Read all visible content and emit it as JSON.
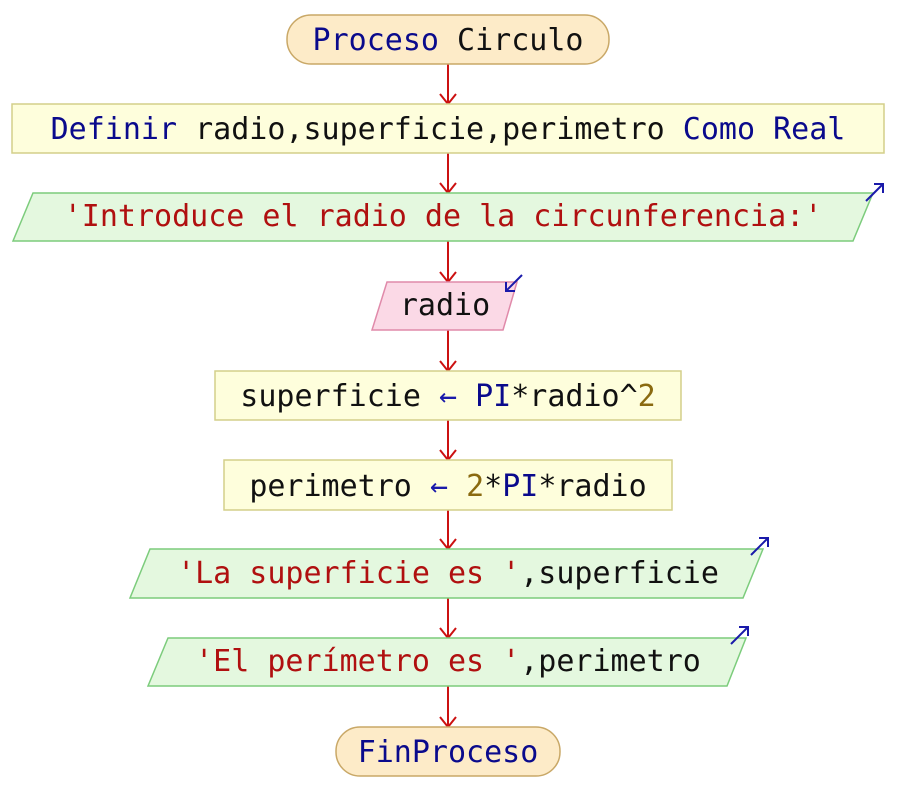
{
  "diagram": {
    "type": "flowchart",
    "nodes": [
      {
        "id": "start",
        "shape": "terminator",
        "tokens": [
          {
            "t": "Proceso",
            "c": "kw"
          },
          {
            "t": " ",
            "c": "id"
          },
          {
            "t": "Circulo",
            "c": "id"
          }
        ]
      },
      {
        "id": "define",
        "shape": "process",
        "tokens": [
          {
            "t": "Definir",
            "c": "kw"
          },
          {
            "t": " radio,superficie,perimetro ",
            "c": "id"
          },
          {
            "t": "Como",
            "c": "kw"
          },
          {
            "t": " ",
            "c": "id"
          },
          {
            "t": "Real",
            "c": "kw"
          }
        ]
      },
      {
        "id": "out1",
        "shape": "output",
        "tokens": [
          {
            "t": "'Introduce el radio de la circunferencia:'",
            "c": "str"
          }
        ]
      },
      {
        "id": "in1",
        "shape": "input",
        "tokens": [
          {
            "t": "radio",
            "c": "id"
          }
        ]
      },
      {
        "id": "assign1",
        "shape": "process",
        "tokens": [
          {
            "t": "superficie ",
            "c": "id"
          },
          {
            "t": "←",
            "c": "op"
          },
          {
            "t": " ",
            "c": "id"
          },
          {
            "t": "PI",
            "c": "kw"
          },
          {
            "t": "*",
            "c": "id"
          },
          {
            "t": "radio",
            "c": "id"
          },
          {
            "t": "^",
            "c": "id"
          },
          {
            "t": "2",
            "c": "num"
          }
        ]
      },
      {
        "id": "assign2",
        "shape": "process",
        "tokens": [
          {
            "t": "perimetro ",
            "c": "id"
          },
          {
            "t": "←",
            "c": "op"
          },
          {
            "t": " ",
            "c": "id"
          },
          {
            "t": "2",
            "c": "num"
          },
          {
            "t": "*",
            "c": "id"
          },
          {
            "t": "PI",
            "c": "kw"
          },
          {
            "t": "*",
            "c": "id"
          },
          {
            "t": "radio",
            "c": "id"
          }
        ]
      },
      {
        "id": "out2",
        "shape": "output",
        "tokens": [
          {
            "t": "'La superficie es '",
            "c": "str"
          },
          {
            "t": ",superficie",
            "c": "id"
          }
        ]
      },
      {
        "id": "out3",
        "shape": "output",
        "tokens": [
          {
            "t": "'El perímetro es '",
            "c": "str"
          },
          {
            "t": ",perimetro",
            "c": "id"
          }
        ]
      },
      {
        "id": "end",
        "shape": "terminator",
        "tokens": [
          {
            "t": "FinProceso",
            "c": "kw"
          }
        ]
      }
    ],
    "colors": {
      "terminator_fill": "#fdebc8",
      "terminator_stroke": "#c9a867",
      "process_fill": "#fefedc",
      "process_stroke": "#d4cf8a",
      "output_fill": "#e4f8df",
      "output_stroke": "#7ccc7c",
      "input_fill": "#fbd9e6",
      "input_stroke": "#e08aaa",
      "connector": "#cc1111",
      "io_arrow": "#1a1aaa"
    }
  }
}
